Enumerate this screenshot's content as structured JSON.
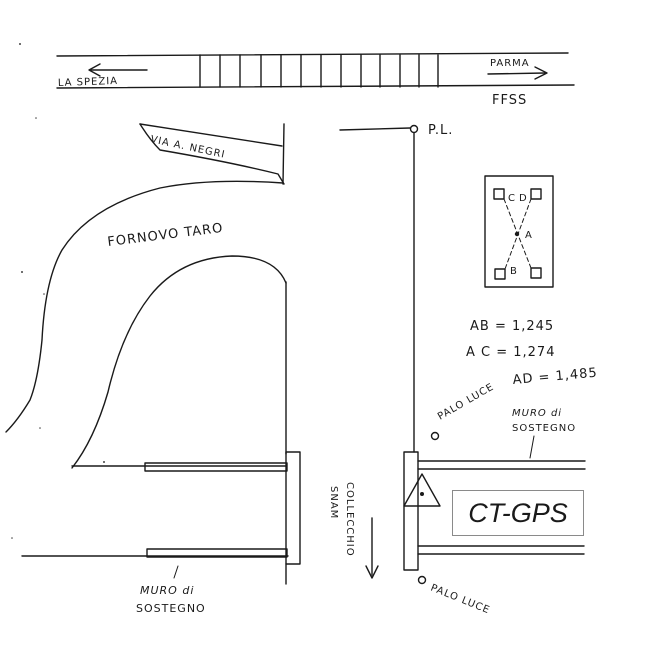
{
  "labels": {
    "la_spezia": "LA SPEZIA",
    "parma": "PARMA",
    "ffss": "FFSS",
    "via": "VIA A. NEGRI",
    "fornovo": "FORNOVO TARO",
    "pl": "P.L.",
    "palo_luce": "PALO LUCE",
    "muro_line1": "MURO di",
    "muro_line2": "SOSTEGNO",
    "collecchio_line1": "COLLECCHIO",
    "collecchio_line2": "SNAM",
    "point_a": "A",
    "point_b": "B",
    "point_c": "C",
    "point_d": "D",
    "ab": "AB = 1,245",
    "ac": "A C = 1,274",
    "ad": "AD = 1,485",
    "ct_gps": "CT-GPS"
  }
}
